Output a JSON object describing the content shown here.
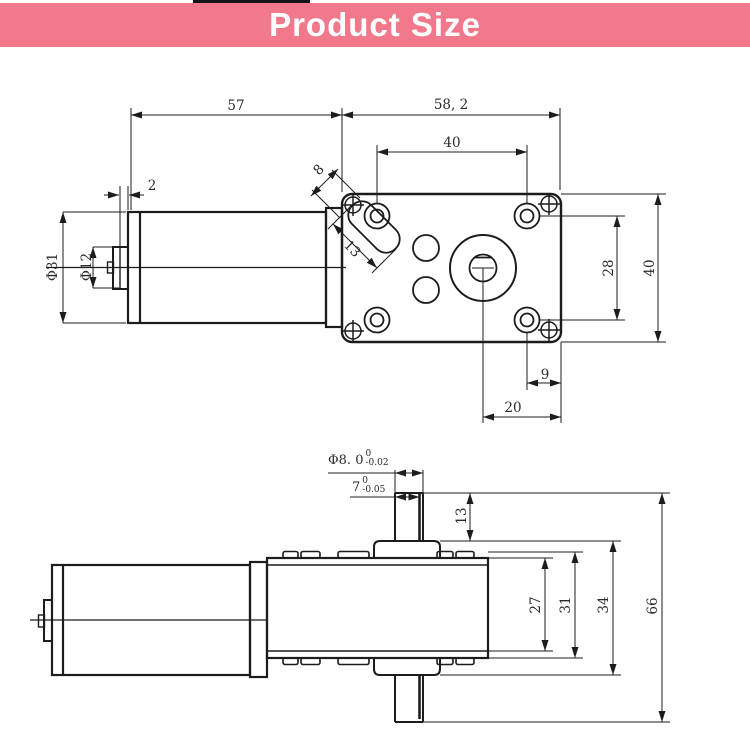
{
  "header": {
    "title": "Product Size"
  },
  "colors": {
    "banner_pink": "#f2798b",
    "line": "#1c1c1c",
    "background": "#ffffff"
  },
  "top_view": {
    "dims": {
      "motor_length": "57",
      "gearbox_width": "58, 2",
      "hole_spacing_horizontal": "40",
      "rear_boss_offset": "2",
      "motor_diameter": "Φ31",
      "rear_boss_diameter": "Φ12",
      "slot_width": "8",
      "slot_length": "13",
      "hole_spacing_vertical": "28",
      "plate_height": "40",
      "hole_to_edge": "9",
      "shaft_to_edge": "20"
    }
  },
  "bottom_view": {
    "dims": {
      "shaft_diameter": {
        "main": "Φ8. 0",
        "tol_top": "0",
        "tol_bottom": "-0.02"
      },
      "shaft_flat": {
        "main": "7",
        "tol_top": "0",
        "tol_bottom": "-0.05"
      },
      "shaft_length": "13",
      "gearbox_body_height": "27",
      "gearbox_plate_height": "31",
      "hub_to_hub_height": "34",
      "total_height": "66"
    }
  }
}
